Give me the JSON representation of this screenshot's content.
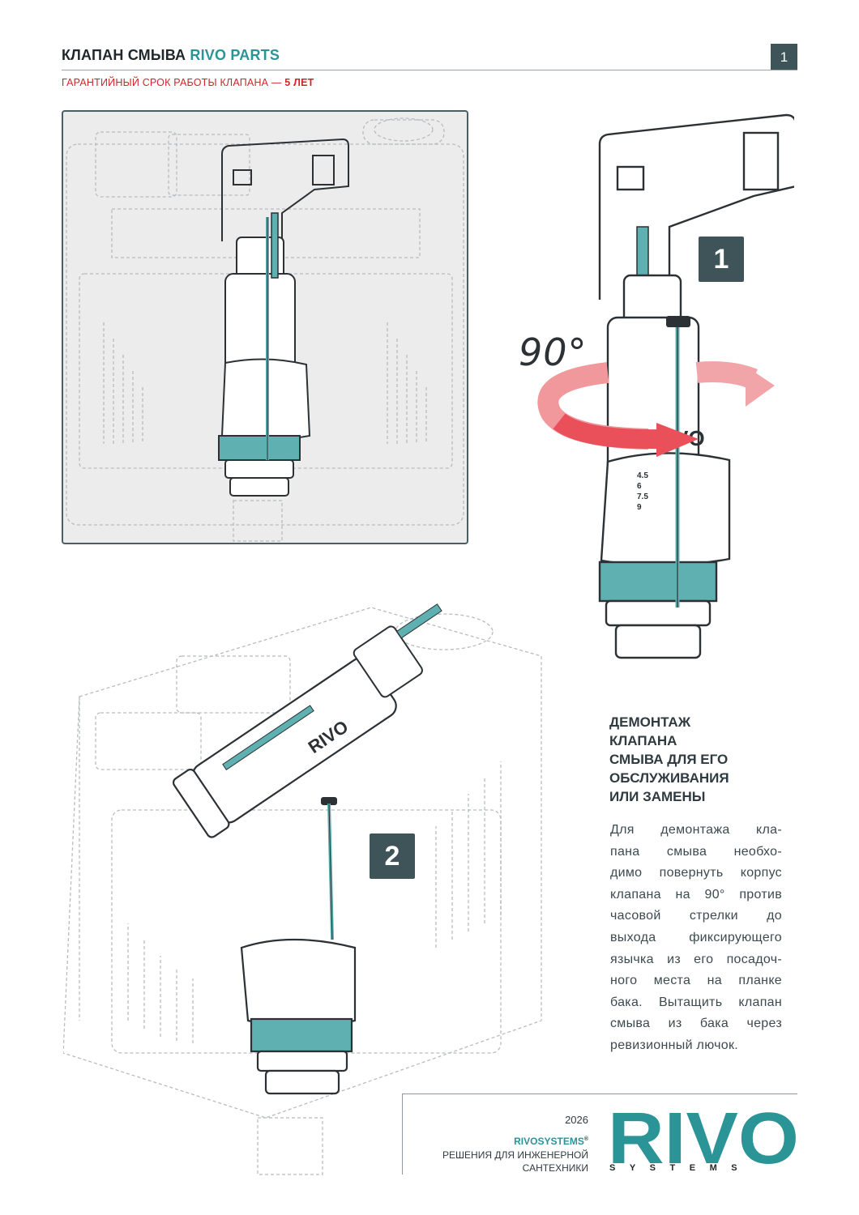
{
  "header": {
    "title_main": "КЛАПАН СМЫВА",
    "title_accent": "RIVO PARTS",
    "page_number": "1",
    "warranty_prefix": "ГАРАНТИЙНЫЙ СРОК РАБОТЫ КЛАПАНА —",
    "warranty_value": "5 ЛЕТ"
  },
  "illustration": {
    "step1": "1",
    "step2": "2",
    "rotation_label": "90°",
    "body_logo": "RIVO",
    "scale_marks": [
      "4.5",
      "6",
      "7.5",
      "9"
    ],
    "colors": {
      "teal": "#5fb0b0",
      "dark": "#3e5459",
      "arrow": "#e9505a",
      "line": "#2b3134"
    }
  },
  "content": {
    "heading": [
      "ДЕМОНТАЖ",
      "КЛАПАНА",
      "СМЫВА ДЛЯ ЕГО",
      "ОБСЛУЖИВАНИЯ",
      "ИЛИ ЗАМЕНЫ"
    ],
    "body": [
      "Для демонтажа кла-",
      "пана смыва необхо-",
      "димо повернуть корпус",
      "клапана на 90° против",
      "часовой стрелки до",
      "выхода фиксирующего",
      "язычка из его посадоч-",
      "ного места на планке",
      "бака. Вытащить клапан",
      "смыва из бака через",
      "ревизионный лючок."
    ]
  },
  "footer": {
    "year": "2026",
    "brand": "RIVOSYSTEMS",
    "reg": "®",
    "tagline_1": "РЕШЕНИЯ ДЛЯ ИНЖЕНЕРНОЙ",
    "tagline_2": "САНТЕХНИКИ",
    "logo_main": "RIVO",
    "logo_sub": "SYSTEMS"
  }
}
